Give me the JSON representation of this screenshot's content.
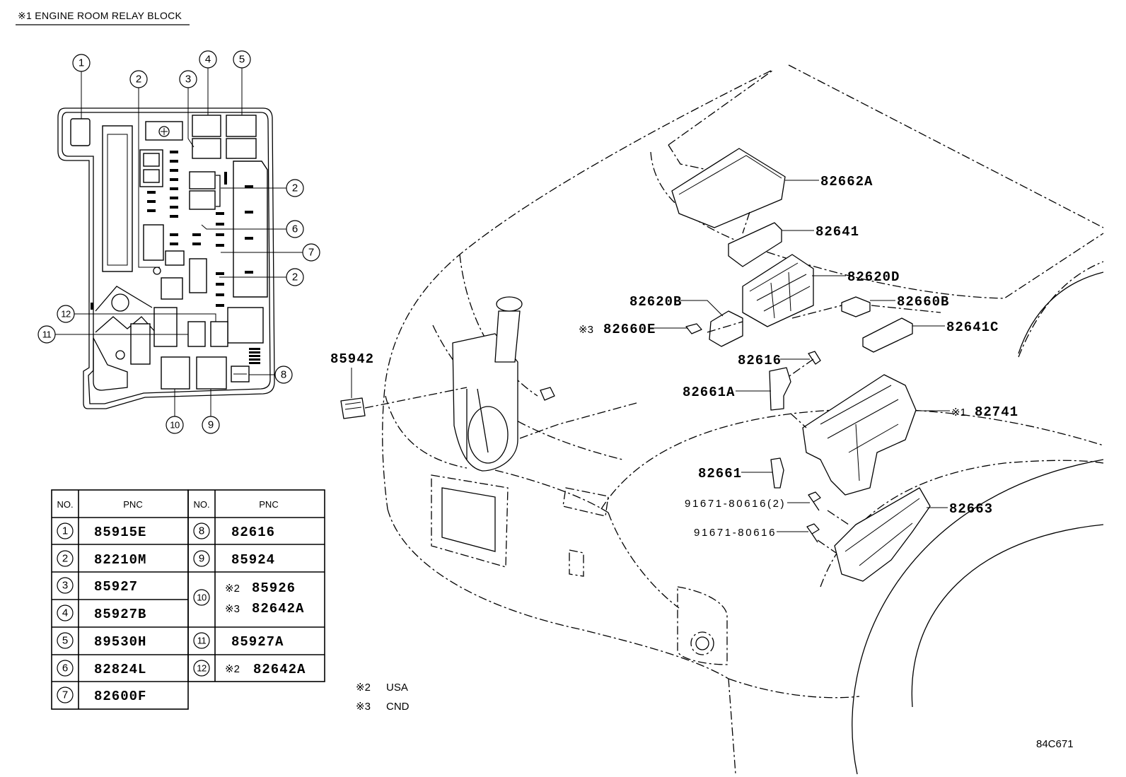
{
  "title": "※1 ENGINE ROOM RELAY BLOCK",
  "relay_block": {
    "callouts": [
      "1",
      "2",
      "3",
      "4",
      "5",
      "2",
      "6",
      "7",
      "2",
      "12",
      "11",
      "8",
      "10",
      "9"
    ]
  },
  "parts_table": {
    "headers": {
      "no": "NO.",
      "pnc": "PNC"
    },
    "left": [
      {
        "no": "1",
        "pnc": "85915E"
      },
      {
        "no": "2",
        "pnc": "82210M"
      },
      {
        "no": "3",
        "pnc": "85927"
      },
      {
        "no": "4",
        "pnc": "85927B"
      },
      {
        "no": "5",
        "pnc": "89530H"
      },
      {
        "no": "6",
        "pnc": "82824L"
      },
      {
        "no": "7",
        "pnc": "82600F"
      }
    ],
    "right": [
      {
        "no": "8",
        "pnc": "82616"
      },
      {
        "no": "9",
        "pnc": "85924"
      },
      {
        "no": "10",
        "entries": [
          {
            "mark": "※2",
            "pnc": "85926"
          },
          {
            "mark": "※3",
            "pnc": "82642A"
          }
        ]
      },
      {
        "no": "11",
        "pnc": "85927A"
      },
      {
        "no": "12",
        "mark": "※2",
        "pnc": "82642A"
      }
    ]
  },
  "notes": [
    {
      "mark": "※2",
      "text": "USA"
    },
    {
      "mark": "※3",
      "text": "CND"
    }
  ],
  "parts": [
    {
      "pnc": "82662A"
    },
    {
      "pnc": "82641"
    },
    {
      "pnc": "82620D"
    },
    {
      "pnc": "82620B"
    },
    {
      "pnc": "82660B"
    },
    {
      "mark": "※3",
      "pnc": "82660E"
    },
    {
      "pnc": "82641C"
    },
    {
      "pnc": "85942"
    },
    {
      "pnc": "82616"
    },
    {
      "pnc": "82661A"
    },
    {
      "mark": "※1",
      "pnc": "82741"
    },
    {
      "pnc": "82661"
    },
    {
      "pnc": "91671-80616(2)"
    },
    {
      "pnc": "82663"
    },
    {
      "pnc": "91671-80616"
    }
  ],
  "figure_code": "84C671"
}
